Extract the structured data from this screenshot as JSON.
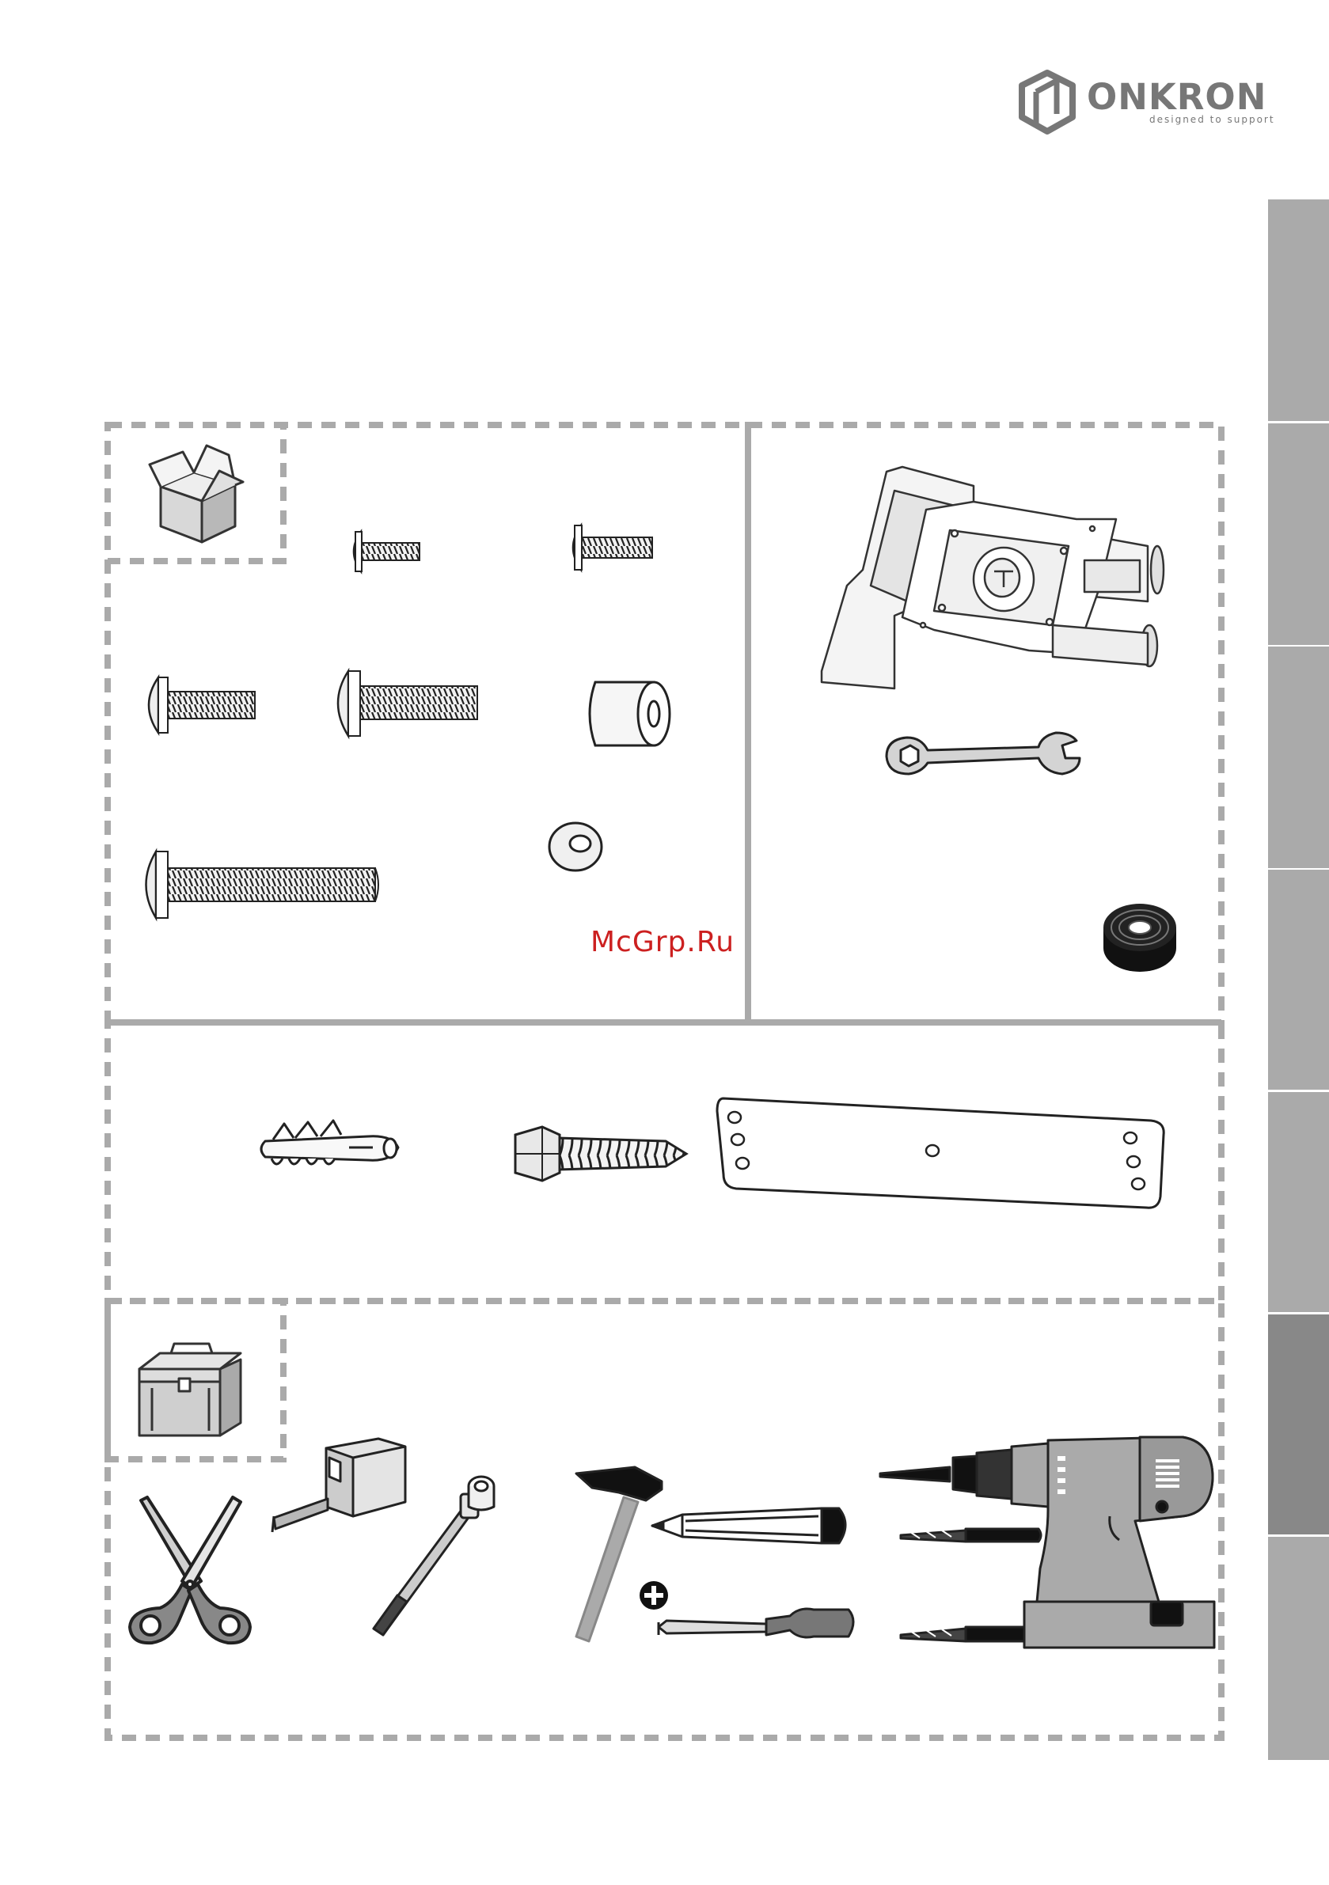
{
  "brand": {
    "name": "ONKRON",
    "tagline": "designed to support",
    "color": "#777777"
  },
  "watermark": {
    "text": "McGrp.Ru",
    "color": "#cc2020"
  },
  "side_tabs": {
    "colors": [
      "#aaaaaa",
      "#aaaaaa",
      "#aaaaaa",
      "#aaaaaa",
      "#aaaaaa",
      "#888888",
      "#aaaaaa"
    ],
    "active_index": 5
  },
  "sections": {
    "parts_icon": "open-box-icon",
    "tools_icon": "toolbox-icon"
  },
  "tool_icons": [
    "scissors-icon",
    "tape-measure-icon",
    "socket-wrench-icon",
    "hammer-icon",
    "pencil-icon",
    "phillips-screwdriver-icon",
    "drill-bit-icon",
    "cordless-drill-icon"
  ]
}
